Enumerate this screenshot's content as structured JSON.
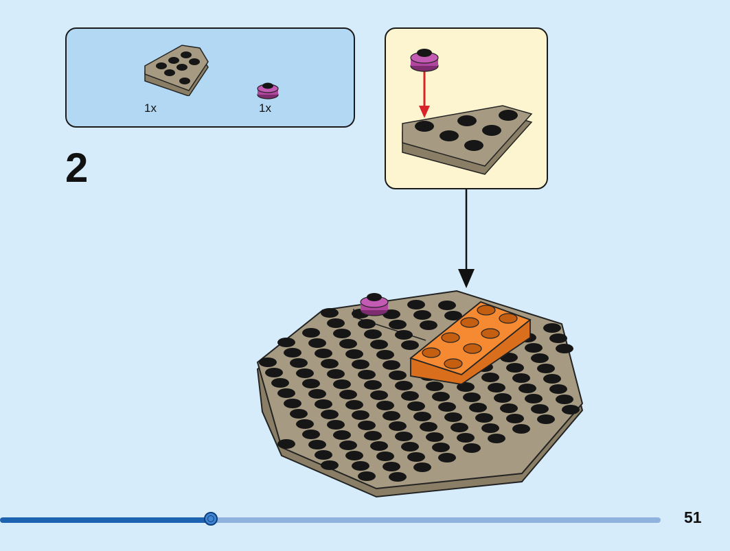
{
  "step": {
    "number": "2"
  },
  "parts_list": {
    "items": [
      {
        "part": "wedge-plate-tan",
        "quantity": "1x",
        "color": "#a69b82"
      },
      {
        "part": "round-plate-magenta",
        "quantity": "1x",
        "color": "#b0479f"
      }
    ]
  },
  "progress": {
    "fraction": 0.32
  },
  "page": {
    "number": "51"
  },
  "colors": {
    "tan": "#a69b82",
    "stud_dark": "#161616",
    "orange": "#f58a33",
    "magenta": "#b0479f",
    "arrow_red": "#d8232a",
    "parts_box_bg": "#b3d8f4",
    "subassembly_bg": "#fdf5cf",
    "page_bg": "#d6ecfb",
    "progress_fill": "#1e63b0",
    "progress_track": "#8fb2de"
  }
}
